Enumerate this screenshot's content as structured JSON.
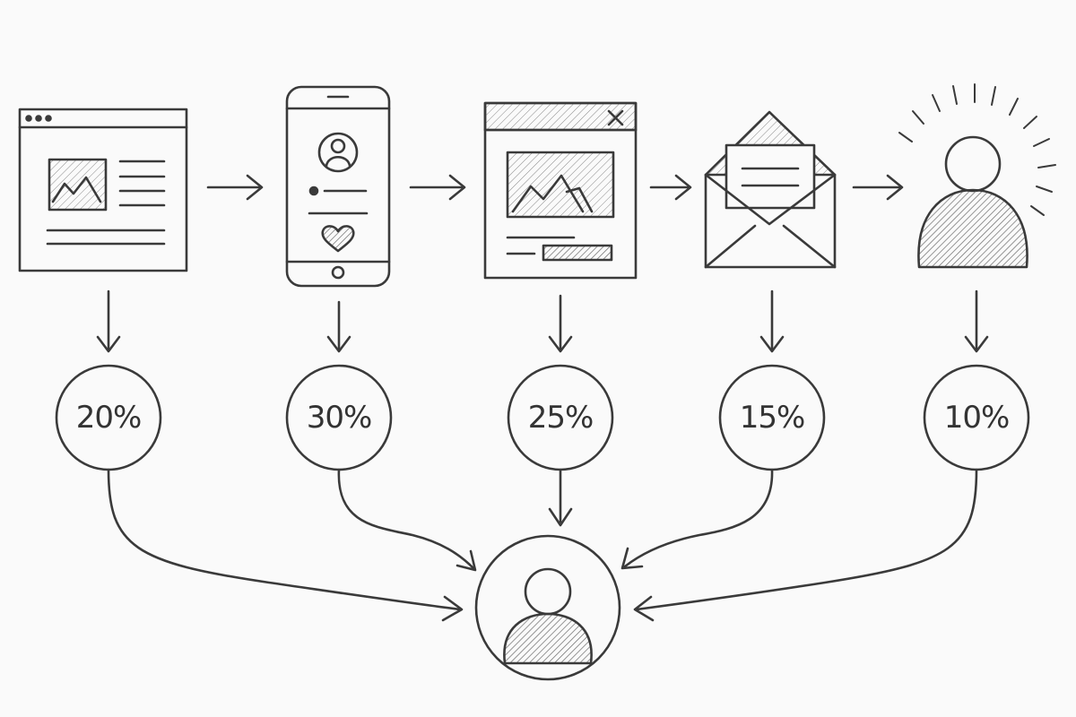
{
  "stages": [
    {
      "icon": "webpage-icon",
      "percent": "20%"
    },
    {
      "icon": "smartphone-icon",
      "percent": "30%"
    },
    {
      "icon": "popup-window-icon",
      "percent": "25%"
    },
    {
      "icon": "email-envelope-icon",
      "percent": "15%"
    },
    {
      "icon": "highlighted-person-icon",
      "percent": "10%"
    }
  ],
  "target": {
    "icon": "user-avatar-icon"
  },
  "colors": {
    "ink": "#3a3a3a",
    "background": "#fafafa",
    "shade": "#9a9a9a"
  }
}
